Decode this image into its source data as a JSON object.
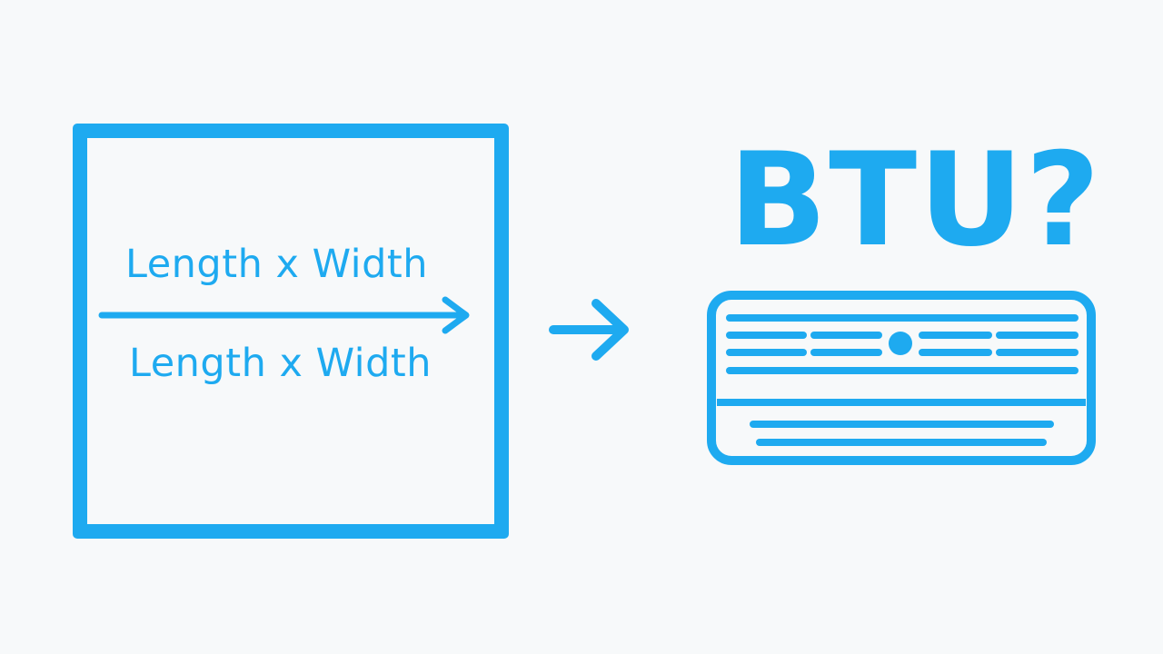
{
  "diagram": {
    "room": {
      "dimension_label_top": "Length x Width",
      "dimension_label_bottom": "Length x Width"
    },
    "result": {
      "heading": "BTU?",
      "icon": "air-conditioner-icon"
    },
    "connector_icon": "arrow-right-icon"
  },
  "colors": {
    "accent": "#1eaaf0",
    "background": "#f7f9fa"
  }
}
